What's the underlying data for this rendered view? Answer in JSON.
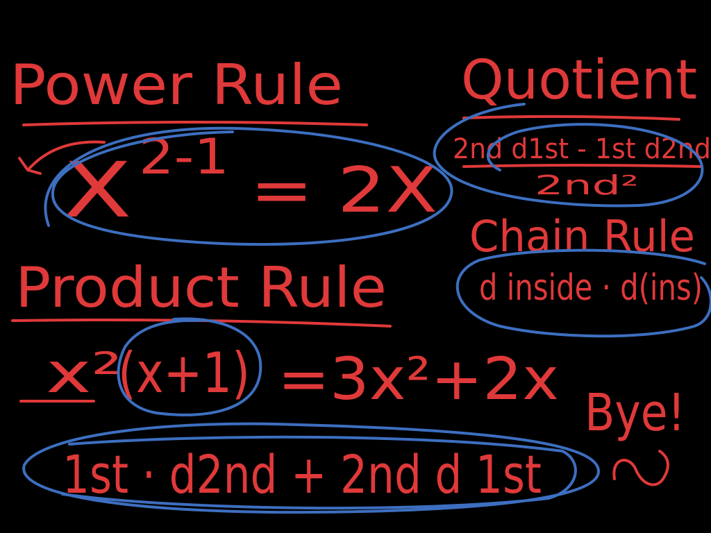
{
  "colors": {
    "background": "#000000",
    "red_ink": "#e0393a",
    "blue_ink": "#3d6fc0"
  },
  "power_rule": {
    "heading": "Power Rule",
    "base": "X",
    "exponent": "2-1",
    "result": "= 2X"
  },
  "quotient": {
    "heading": "Quotient",
    "numerator": "2nd d1st - 1st d2nd",
    "denominator": "2nd²"
  },
  "chain_rule": {
    "heading": "Chain Rule",
    "formula": "d inside · d(ins)"
  },
  "product_rule": {
    "heading": "Product Rule",
    "factor_a": "x²",
    "factor_b": "(x+1)",
    "result": "=3x²+2x",
    "formula": "1st · d2nd + 2nd d 1st"
  },
  "sign_off": {
    "text": "Bye!"
  }
}
